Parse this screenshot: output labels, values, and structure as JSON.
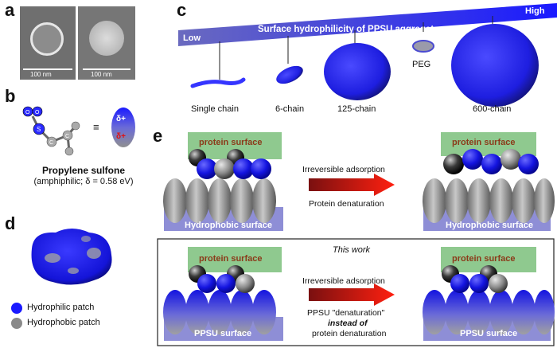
{
  "panels": {
    "a": "a",
    "b": "b",
    "c": "c",
    "d": "d",
    "e": "e"
  },
  "panel_a": {
    "scale_left": "100 nm",
    "scale_right": "100 nm"
  },
  "panel_b": {
    "sulfur": "S",
    "oxygen": "O",
    "carbon": "C",
    "equiv": "≡",
    "delta_plus": "δ+",
    "title": "Propylene sulfone",
    "subtitle": "(amphiphilic; δ = 0.58 eV)"
  },
  "panel_c": {
    "bar_low": "Low",
    "bar_title": "Surface hydrophilicity of PPSU aggregates",
    "bar_high": "High",
    "labels": [
      "Single chain",
      "6-chain",
      "125-chain",
      "PEG",
      "600-chain"
    ]
  },
  "panel_d": {
    "legend": [
      {
        "label": "Hydrophilic patch",
        "color": "#1a1aff"
      },
      {
        "label": "Hydrophobic patch",
        "color": "#8a8a8a"
      }
    ]
  },
  "panel_e": {
    "top": {
      "protein_left": "protein surface",
      "protein_right": "protein surface",
      "arrow_top": "Irreversible adsorption",
      "arrow_bottom": "Protein denaturation",
      "surface_left": "Hydrophobic surface",
      "surface_right": "Hydrophobic surface"
    },
    "bottom": {
      "header": "This work",
      "protein_left": "protein surface",
      "protein_right": "protein surface",
      "arrow_top": "Irreversible adsorption",
      "arrow_line2": "PPSU \"denaturation\"",
      "arrow_line3": "instead of",
      "arrow_line4": "protein denaturation",
      "surface_left": "PPSU surface",
      "surface_right": "PPSU surface"
    }
  },
  "colors": {
    "blue": "#1a1aff",
    "gray": "#8a8a8a",
    "green": "#8fc98f",
    "surface": "#8e8ed6",
    "arrow": "#e0201a"
  }
}
